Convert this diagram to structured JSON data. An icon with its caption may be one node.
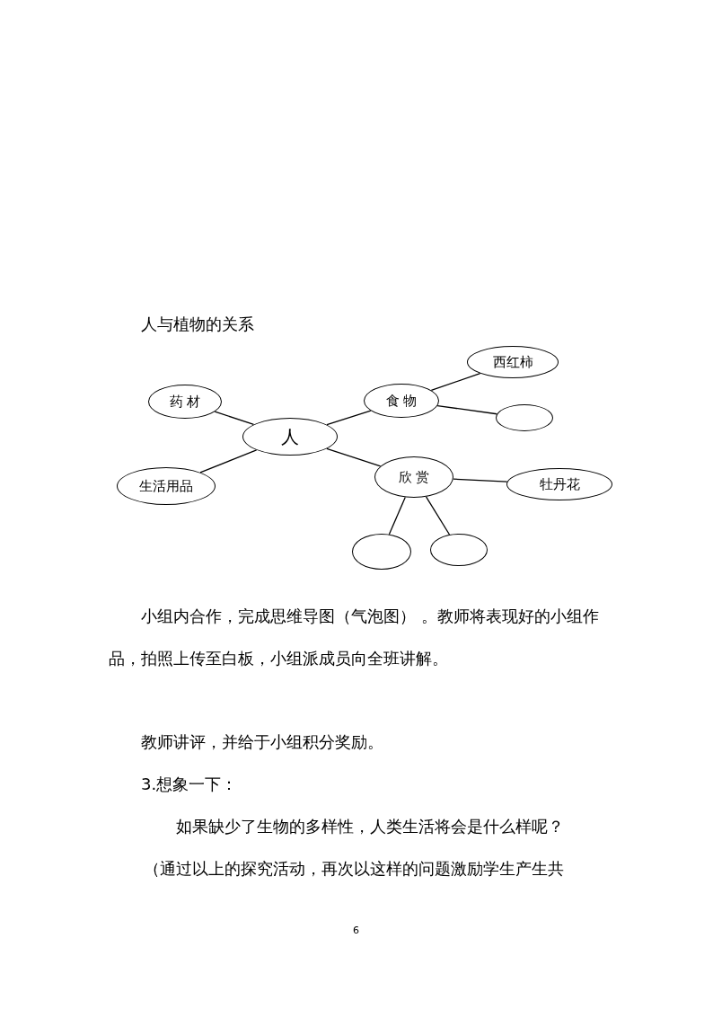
{
  "diagram": {
    "title": "人与植物的关系",
    "nodes": [
      {
        "text": [
          "人"
        ]
      },
      {
        "text": [
          "药 材"
        ]
      },
      {
        "text": [
          "生活用品"
        ]
      },
      {
        "text": [
          "食 物"
        ]
      },
      {
        "text": [
          "西红柿"
        ]
      },
      {
        "text": [],
        "shape": "circle"
      },
      {
        "text": [
          "欣 赏"
        ]
      },
      {
        "text": [
          "牡丹花"
        ]
      },
      {
        "text": [],
        "shape": "circle"
      },
      {
        "text": [],
        "shape": "circle"
      }
    ],
    "edges": [
      {
        "from": 0,
        "to": 1,
        "arrow": "none"
      },
      {
        "from": 0,
        "to": 2,
        "arrow": "none"
      },
      {
        "from": 0,
        "to": 3,
        "arrow": "none"
      },
      {
        "from": 0,
        "to": 6,
        "arrow": "none"
      },
      {
        "from": 3,
        "to": 4,
        "arrow": "none"
      },
      {
        "from": 3,
        "to": 5,
        "arrow": "none"
      },
      {
        "from": 6,
        "to": 7,
        "arrow": "none"
      },
      {
        "from": 6,
        "to": 8,
        "arrow": "none"
      },
      {
        "from": 6,
        "to": 9,
        "arrow": "none"
      }
    ],
    "labels": [
      "小组内合作，完成思维导图（气泡图） 。教师将表现好的小组作品，拍照上传至白板，小组派成员向全班讲解。",
      "教师讲评，并给于小组积分奖励。",
      "3.想象一下：",
      "如果缺少了生物的多样性，人类生活将会是什么样呢？",
      "（通过以上的探究活动，再次以这样的问题激励学生产生共",
      "6"
    ]
  }
}
